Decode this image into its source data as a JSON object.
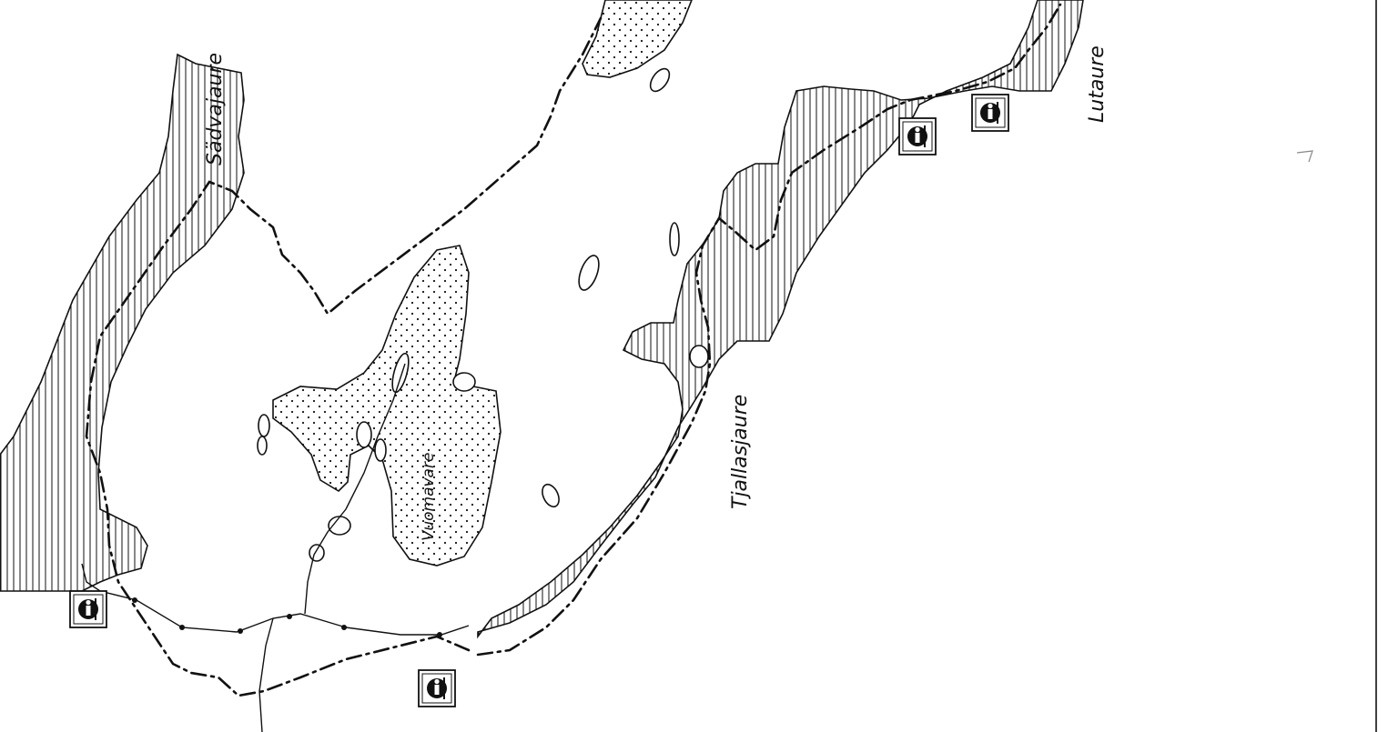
{
  "map": {
    "place_labels": {
      "sadvajaure": "Sädvajaure",
      "vuomavare": "Vuomavare",
      "tjallasjaure": "Tjallasjaure",
      "lutaure": "Lutaure"
    },
    "info_sign_icon": "information-sign-icon",
    "colors": {
      "ink": "#111111",
      "paper": "#ffffff"
    }
  }
}
